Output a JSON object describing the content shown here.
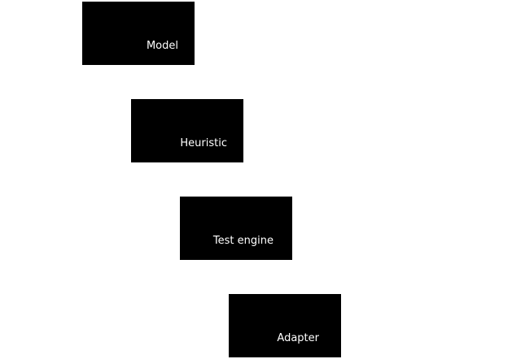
{
  "diagram": {
    "nodes": [
      {
        "label": "Model"
      },
      {
        "label": "Heuristic"
      },
      {
        "label": "Test engine"
      },
      {
        "label": "Adapter"
      }
    ]
  },
  "colors": {
    "box_fill": "#000000",
    "box_text": "#ffffff",
    "background": "#ffffff"
  }
}
